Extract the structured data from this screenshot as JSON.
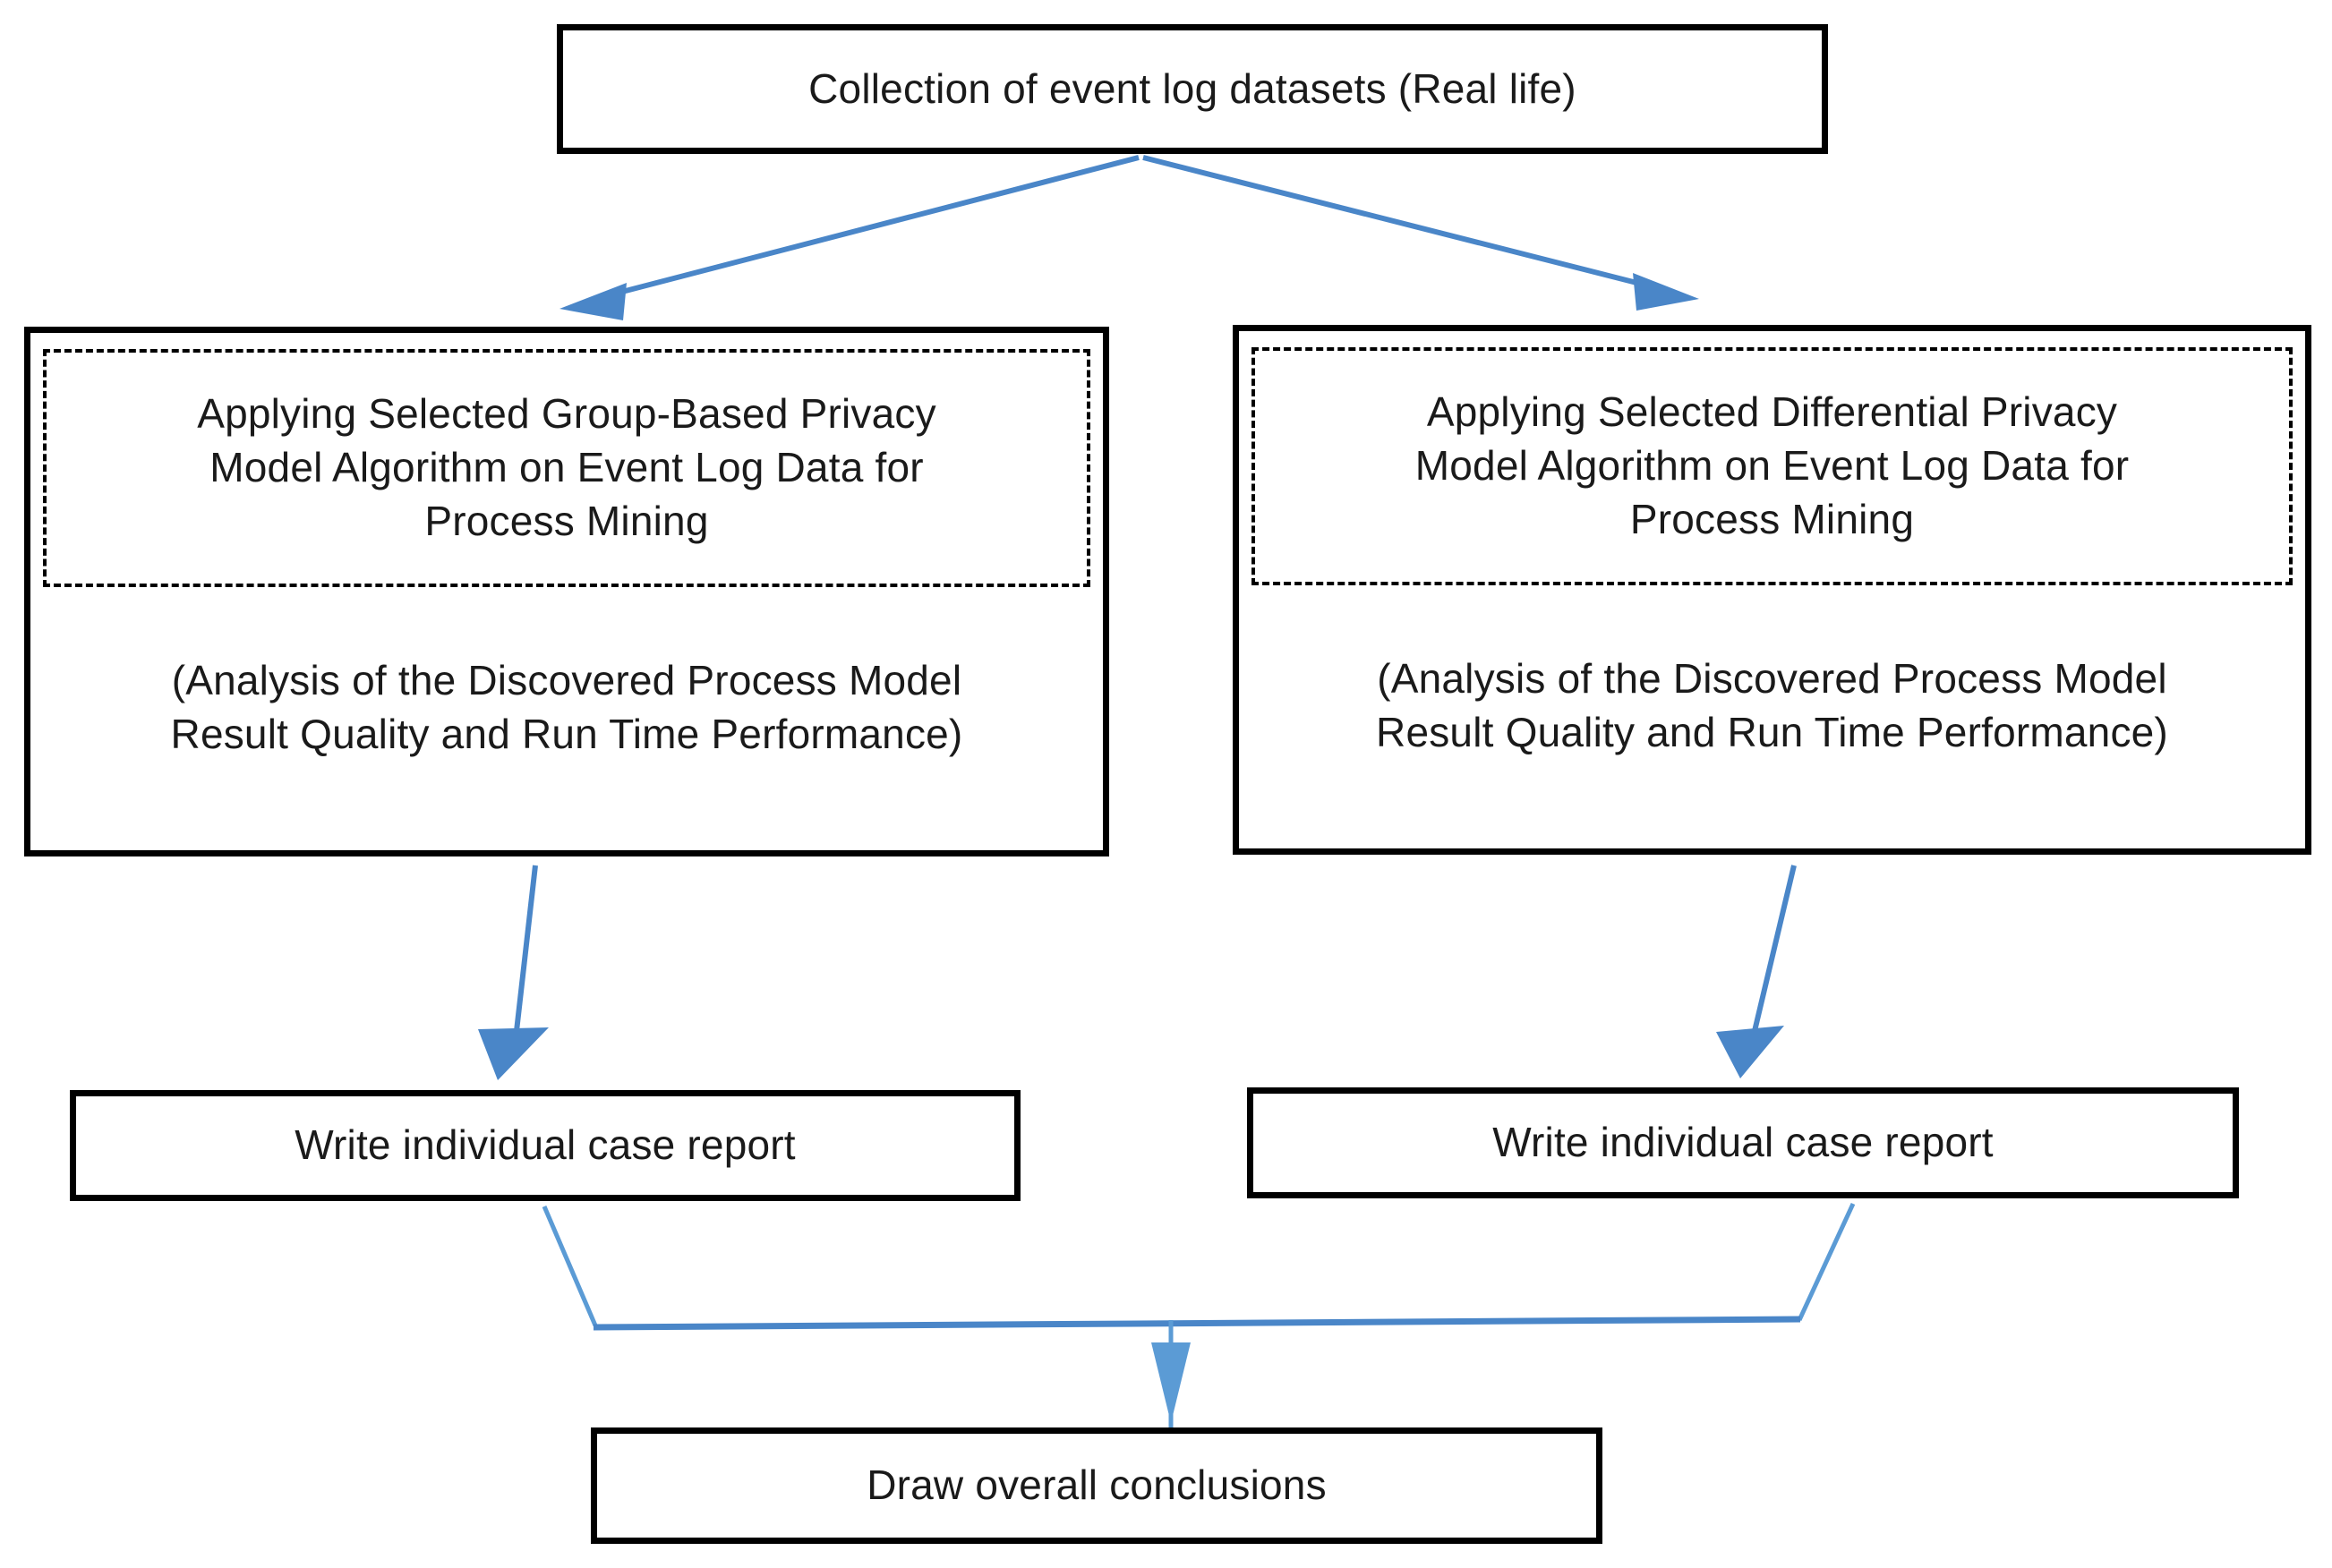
{
  "diagram": {
    "title_node": {
      "id": "collection",
      "label": "Collection of event log datasets (Real life)"
    },
    "branches": [
      {
        "id": "group-based",
        "method_label": "Applying Selected Group-Based Privacy\nModel Algorithm on Event Log Data for\nProcess Mining",
        "analysis_label": "(Analysis of the Discovered Process Model\nResult Quality and Run Time Performance)",
        "report_label": "Write individual case report"
      },
      {
        "id": "differential",
        "method_label": "Applying Selected Differential Privacy\nModel Algorithm on Event Log Data for\nProcess Mining",
        "analysis_label": "(Analysis of the Discovered Process Model\nResult Quality and Run Time Performance)",
        "report_label": "Write individual case report"
      }
    ],
    "conclusion_node": {
      "id": "conclusions",
      "label": "Draw overall conclusions"
    },
    "colors": {
      "arrow": "#4a86c8",
      "arrow_light": "#5b9bd5",
      "box_border": "#000000",
      "text": "#1a1a1a",
      "background": "#ffffff"
    },
    "connectors": [
      {
        "name": "collection-to-group-based",
        "kind": "arrow"
      },
      {
        "name": "collection-to-differential",
        "kind": "arrow"
      },
      {
        "name": "group-based-to-report-left",
        "kind": "arrow"
      },
      {
        "name": "differential-to-report-right",
        "kind": "arrow"
      },
      {
        "name": "report-left-to-merge",
        "kind": "line"
      },
      {
        "name": "report-right-to-merge",
        "kind": "line"
      },
      {
        "name": "merge-bus",
        "kind": "line"
      },
      {
        "name": "merge-to-conclusions",
        "kind": "arrow"
      }
    ]
  }
}
